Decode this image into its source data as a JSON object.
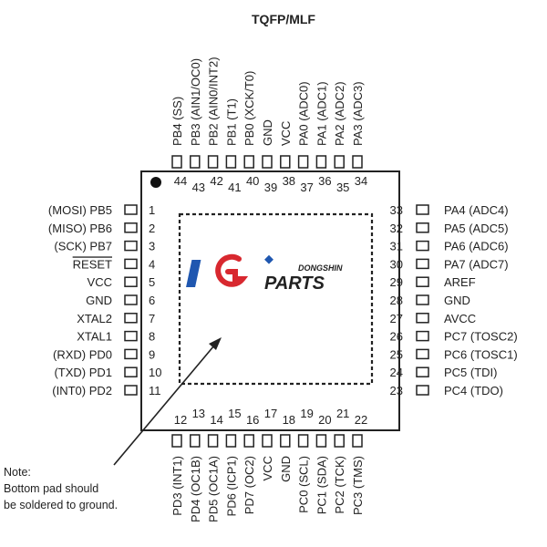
{
  "title": "TQFP/MLF",
  "note": [
    "Note:",
    "Bottom pad should",
    "be soldered to ground."
  ],
  "logo": {
    "brand": "DONGSHIN",
    "name": "PARTS",
    "red": "#d8282f",
    "blue": "#1f57b0"
  },
  "pins_left": [
    {
      "num": "1",
      "label": "(MOSI)  PB5"
    },
    {
      "num": "2",
      "label": "(MISO)  PB6"
    },
    {
      "num": "3",
      "label": "(SCK)  PB7"
    },
    {
      "num": "4",
      "label": "RESET"
    },
    {
      "num": "5",
      "label": "VCC"
    },
    {
      "num": "6",
      "label": "GND"
    },
    {
      "num": "7",
      "label": "XTAL2"
    },
    {
      "num": "8",
      "label": "XTAL1"
    },
    {
      "num": "9",
      "label": "(RXD)  PD0"
    },
    {
      "num": "10",
      "label": "(TXD)  PD1"
    },
    {
      "num": "11",
      "label": "(INT0)  PD2"
    }
  ],
  "pins_right": [
    {
      "num": "33",
      "label": "PA4  (ADC4)"
    },
    {
      "num": "32",
      "label": "PA5  (ADC5)"
    },
    {
      "num": "31",
      "label": "PA6  (ADC6)"
    },
    {
      "num": "30",
      "label": "PA7  (ADC7)"
    },
    {
      "num": "29",
      "label": "AREF"
    },
    {
      "num": "28",
      "label": "GND"
    },
    {
      "num": "27",
      "label": "AVCC"
    },
    {
      "num": "26",
      "label": "PC7  (TOSC2)"
    },
    {
      "num": "25",
      "label": "PC6  (TOSC1)"
    },
    {
      "num": "24",
      "label": "PC5  (TDI)"
    },
    {
      "num": "23",
      "label": "PC4  (TDO)"
    }
  ],
  "pins_top": [
    {
      "num": "44",
      "label": "PB4  (SS)"
    },
    {
      "num": "43",
      "label": "PB3  (AIN1/OC0)"
    },
    {
      "num": "42",
      "label": "PB2  (AIN0/INT2)"
    },
    {
      "num": "41",
      "label": "PB1  (T1)"
    },
    {
      "num": "40",
      "label": "PB0  (XCK/T0)"
    },
    {
      "num": "39",
      "label": "GND"
    },
    {
      "num": "38",
      "label": "VCC"
    },
    {
      "num": "37",
      "label": "PA0  (ADC0)"
    },
    {
      "num": "36",
      "label": "PA1  (ADC1)"
    },
    {
      "num": "35",
      "label": "PA2  (ADC2)"
    },
    {
      "num": "34",
      "label": "PA3  (ADC3)"
    }
  ],
  "pins_bottom": [
    {
      "num": "12",
      "label": "PD3  (INT1)"
    },
    {
      "num": "13",
      "label": "PD4  (OC1B)"
    },
    {
      "num": "14",
      "label": "PD5  (OC1A)"
    },
    {
      "num": "15",
      "label": "PD6  (ICP1)"
    },
    {
      "num": "16",
      "label": "PD7  (OC2)"
    },
    {
      "num": "17",
      "label": "VCC"
    },
    {
      "num": "18",
      "label": "GND"
    },
    {
      "num": "19",
      "label": "PC0  (SCL)"
    },
    {
      "num": "20",
      "label": "PC1  (SDA)"
    },
    {
      "num": "21",
      "label": "PC2  (TCK)"
    },
    {
      "num": "22",
      "label": "PC3  (TMS)"
    }
  ]
}
